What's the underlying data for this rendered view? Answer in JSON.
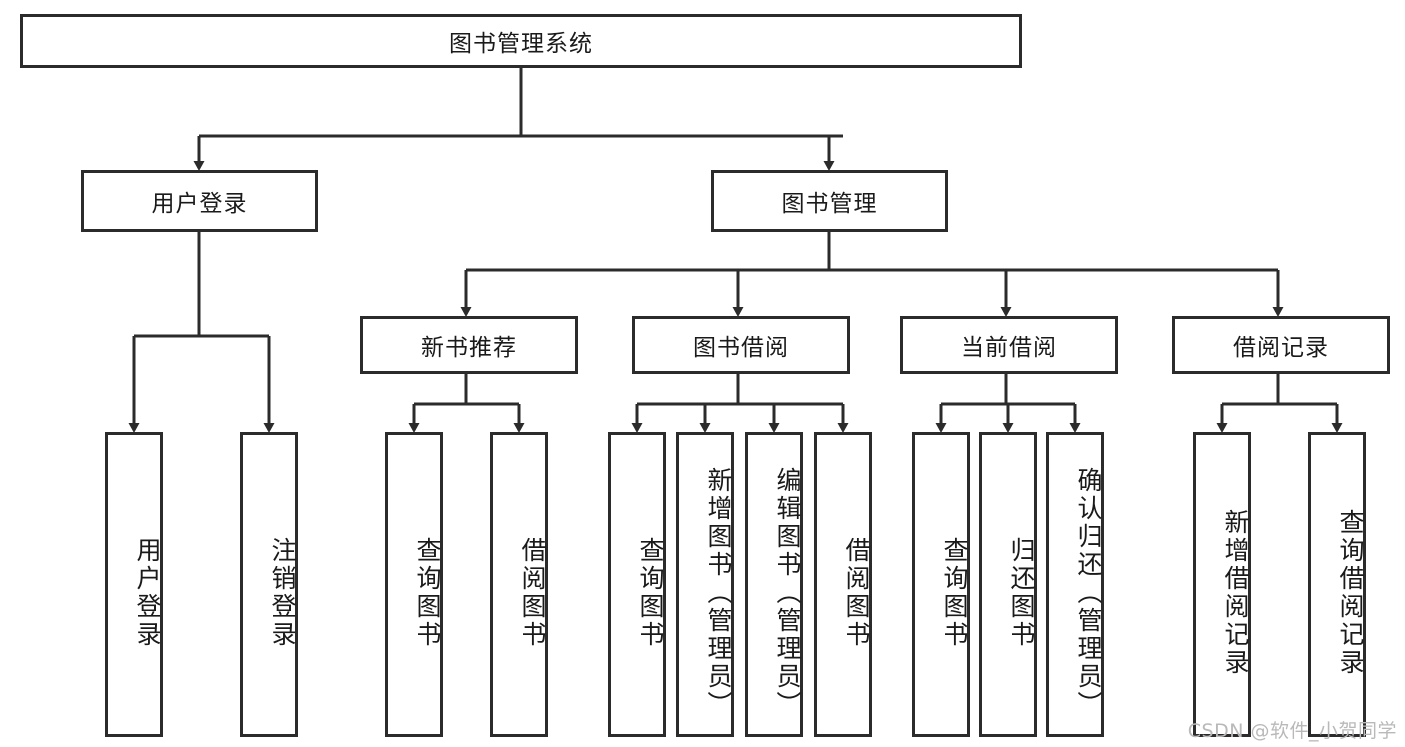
{
  "diagram": {
    "type": "tree-hierarchy",
    "title": "图书管理系统",
    "root": {
      "id": "root",
      "label": "图书管理系统",
      "orientation": "horizontal"
    },
    "level2": [
      {
        "id": "user-login",
        "label": "用户登录",
        "orientation": "horizontal"
      },
      {
        "id": "book-manage",
        "label": "图书管理",
        "orientation": "horizontal"
      }
    ],
    "level3": [
      {
        "id": "new-book-recommend",
        "label": "新书推荐",
        "orientation": "horizontal",
        "parent": "book-manage"
      },
      {
        "id": "book-borrow",
        "label": "图书借阅",
        "orientation": "horizontal",
        "parent": "book-manage"
      },
      {
        "id": "current-borrow",
        "label": "当前借阅",
        "orientation": "horizontal",
        "parent": "book-manage"
      },
      {
        "id": "borrow-record",
        "label": "借阅记录",
        "orientation": "horizontal",
        "parent": "book-manage"
      }
    ],
    "leaves": [
      {
        "id": "leaf-user-login",
        "label": "用户登录",
        "parent": "user-login",
        "orientation": "vertical"
      },
      {
        "id": "leaf-user-logout",
        "label": "注销登录",
        "parent": "user-login",
        "orientation": "vertical"
      },
      {
        "id": "leaf-query-book-1",
        "label": "查询图书",
        "parent": "new-book-recommend",
        "orientation": "vertical"
      },
      {
        "id": "leaf-borrow-book-1",
        "label": "借阅图书",
        "parent": "new-book-recommend",
        "orientation": "vertical"
      },
      {
        "id": "leaf-query-book-2",
        "label": "查询图书",
        "parent": "book-borrow",
        "orientation": "vertical"
      },
      {
        "id": "leaf-add-book",
        "label": "新增图书（管理员）",
        "parent": "book-borrow",
        "orientation": "vertical"
      },
      {
        "id": "leaf-edit-book",
        "label": "编辑图书（管理员）",
        "parent": "book-borrow",
        "orientation": "vertical"
      },
      {
        "id": "leaf-borrow-book-2",
        "label": "借阅图书",
        "parent": "book-borrow",
        "orientation": "vertical"
      },
      {
        "id": "leaf-query-book-3",
        "label": "查询图书",
        "parent": "current-borrow",
        "orientation": "vertical"
      },
      {
        "id": "leaf-return-book",
        "label": "归还图书",
        "parent": "current-borrow",
        "orientation": "vertical"
      },
      {
        "id": "leaf-confirm-return",
        "label": "确认归还（管理员）",
        "parent": "current-borrow",
        "orientation": "vertical"
      },
      {
        "id": "leaf-add-record",
        "label": "新增借阅记录",
        "parent": "borrow-record",
        "orientation": "vertical"
      },
      {
        "id": "leaf-query-record",
        "label": "查询借阅记录",
        "parent": "borrow-record",
        "orientation": "vertical"
      }
    ],
    "colors": {
      "border": "#2b2b2b",
      "background": "#ffffff",
      "text": "#1a1a1a",
      "watermark": "#b9b9b9"
    }
  },
  "watermark": {
    "text": "CSDN @软件_小贺同学"
  }
}
